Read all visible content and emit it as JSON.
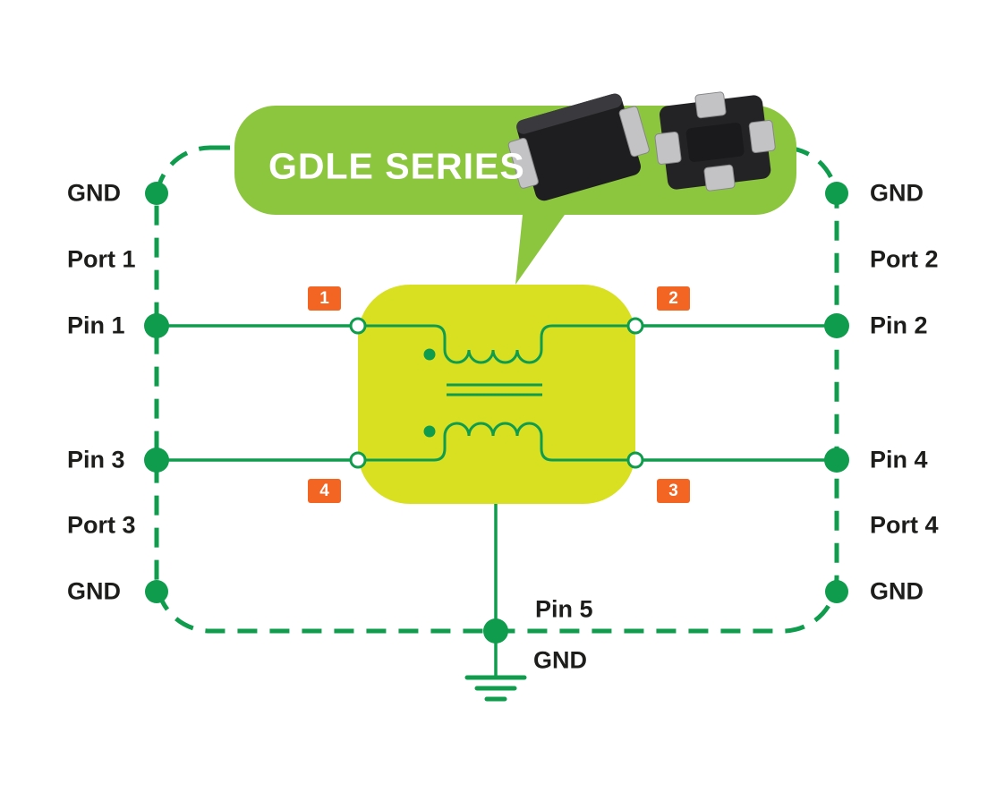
{
  "colors": {
    "green": "#0f9c4d",
    "bubble_lime": "#8cc63e",
    "component_body": "#d9e021",
    "badge_orange": "#f26522",
    "label_text": "#1d1d1b",
    "bubble_text": "#ffffff"
  },
  "bubble": {
    "title": "GDLE SERIES"
  },
  "pins": {
    "left": [
      {
        "label": "GND"
      },
      {
        "label": "Port 1"
      },
      {
        "label": "Pin 1"
      },
      {
        "label": "Pin 3"
      },
      {
        "label": "Port 3"
      },
      {
        "label": "GND"
      }
    ],
    "right": [
      {
        "label": "GND"
      },
      {
        "label": "Port 2"
      },
      {
        "label": "Pin 2"
      },
      {
        "label": "Pin 4"
      },
      {
        "label": "Port 4"
      },
      {
        "label": "GND"
      }
    ],
    "bottom": {
      "pin": "Pin 5",
      "gnd": "GND"
    }
  },
  "badges": {
    "top_left": "1",
    "top_right": "2",
    "bottom_left": "4",
    "bottom_right": "3"
  }
}
